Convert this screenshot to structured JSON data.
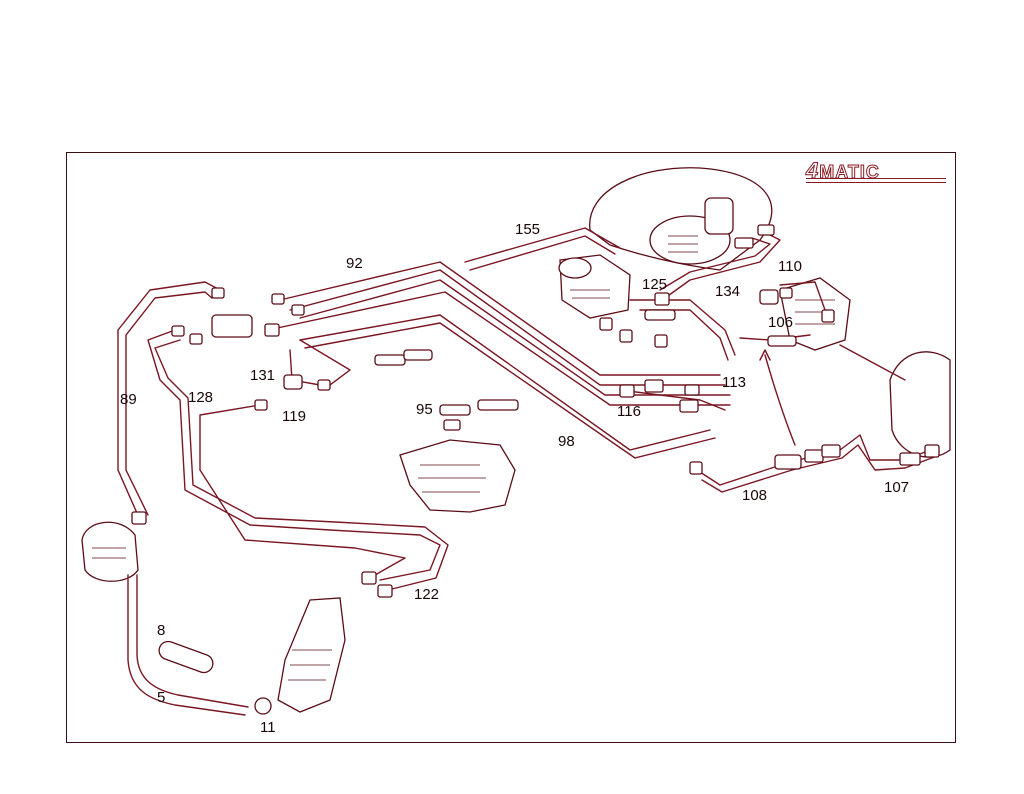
{
  "logo": {
    "four": "4",
    "matic": "MATIC"
  },
  "callouts": {
    "c155": "155",
    "c92": "92",
    "c110": "110",
    "c134": "134",
    "c125": "125",
    "c106": "106",
    "c131": "131",
    "c89": "89",
    "c128": "128",
    "c119": "119",
    "c95": "95",
    "c116": "116",
    "c113": "113",
    "c98": "98",
    "c108": "108",
    "c107": "107",
    "c122": "122",
    "c8": "8",
    "c5": "5",
    "c11": "11"
  },
  "colors": {
    "line": "#7a1622",
    "text": "#1a0608",
    "frame": "#3a1014"
  }
}
